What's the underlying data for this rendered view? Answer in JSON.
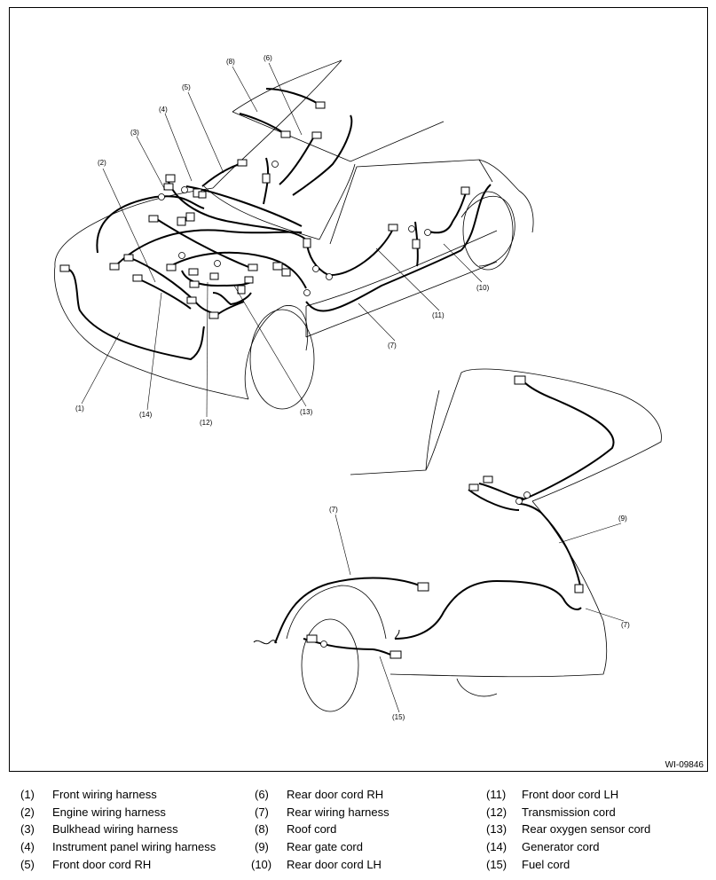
{
  "figure_id": "WI-09846",
  "callouts": [
    "(1)",
    "(2)",
    "(3)",
    "(4)",
    "(5)",
    "(6)",
    "(7)",
    "(8)",
    "(9)",
    "(10)",
    "(11)",
    "(12)",
    "(13)",
    "(14)",
    "(15)"
  ],
  "legend": [
    {
      "num": "(1)",
      "label": "Front wiring harness"
    },
    {
      "num": "(2)",
      "label": "Engine wiring harness"
    },
    {
      "num": "(3)",
      "label": "Bulkhead wiring harness"
    },
    {
      "num": "(4)",
      "label": "Instrument panel wiring harness"
    },
    {
      "num": "(5)",
      "label": "Front door cord RH"
    },
    {
      "num": "(6)",
      "label": "Rear door cord RH"
    },
    {
      "num": "(7)",
      "label": "Rear wiring harness"
    },
    {
      "num": "(8)",
      "label": "Roof cord"
    },
    {
      "num": "(9)",
      "label": "Rear gate cord"
    },
    {
      "num": "(10)",
      "label": "Rear door cord LH"
    },
    {
      "num": "(11)",
      "label": "Front door cord LH"
    },
    {
      "num": "(12)",
      "label": "Transmission cord"
    },
    {
      "num": "(13)",
      "label": "Rear oxygen sensor cord"
    },
    {
      "num": "(14)",
      "label": "Generator cord"
    },
    {
      "num": "(15)",
      "label": "Fuel cord"
    }
  ]
}
